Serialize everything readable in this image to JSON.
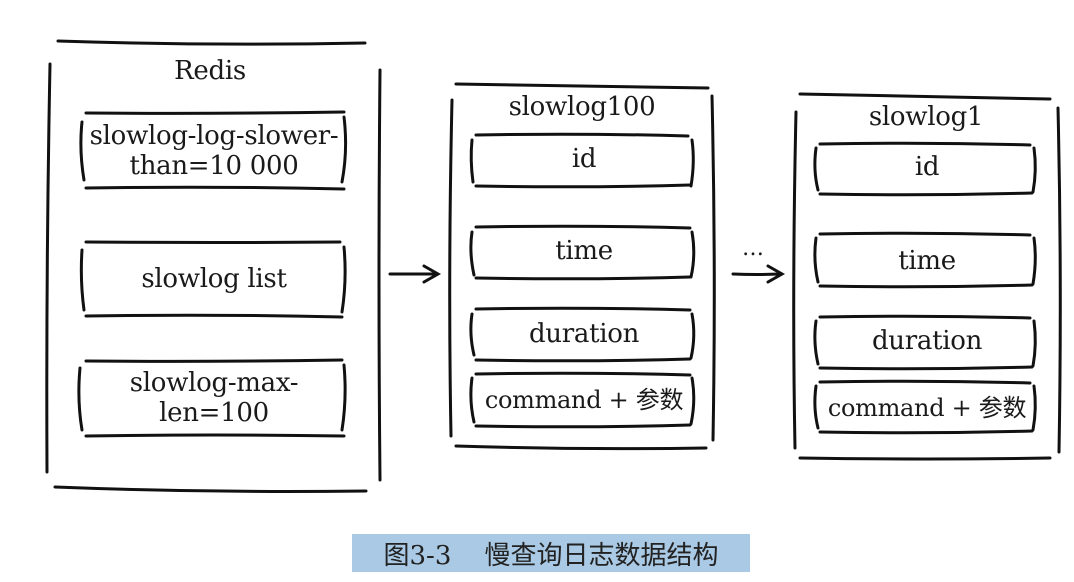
{
  "redis": {
    "title": "Redis",
    "fields": [
      {
        "line1": "slowlog-log-slower-",
        "line2": "than=10 000"
      },
      {
        "line1": "slowlog list",
        "line2": ""
      },
      {
        "line1": "slowlog-max-",
        "line2": "len=100"
      }
    ]
  },
  "entries": [
    {
      "title": "slowlog100",
      "fields": [
        "id",
        "time",
        "duration",
        "command + 参数"
      ]
    },
    {
      "title": "slowlog1",
      "fields": [
        "id",
        "time",
        "duration",
        "command + 参数"
      ]
    }
  ],
  "ellipsis": "…",
  "caption": {
    "label": "图3-3",
    "text": "慢查询日志数据结构"
  }
}
